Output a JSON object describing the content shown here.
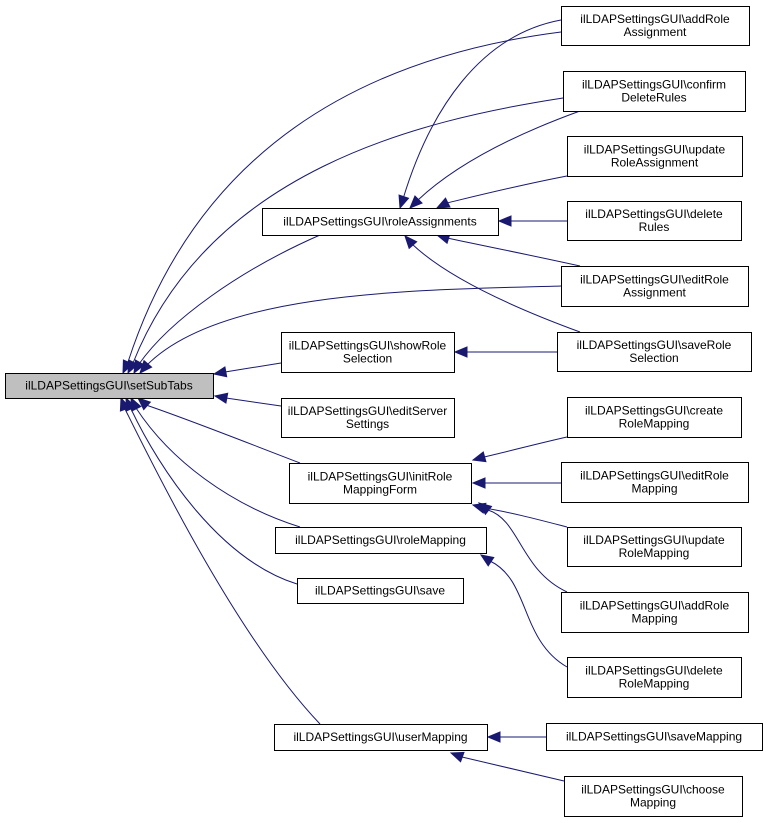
{
  "diagram": {
    "type": "doxygen-caller-graph",
    "colors": {
      "edge": "#191970",
      "root_fill": "#bfbfbf",
      "node_fill": "#ffffff",
      "node_border": "#000000"
    },
    "nodes": [
      {
        "id": "setSubTabs",
        "lines": [
          "ilLDAPSettingsGUI\\setSubTabs"
        ],
        "root": true
      },
      {
        "id": "roleAssignments",
        "lines": [
          "ilLDAPSettingsGUI\\roleAssignments"
        ]
      },
      {
        "id": "showRoleSelection",
        "lines": [
          "ilLDAPSettingsGUI\\showRole",
          "Selection"
        ]
      },
      {
        "id": "editServerSettings",
        "lines": [
          "ilLDAPSettingsGUI\\editServer",
          "Settings"
        ]
      },
      {
        "id": "initRoleMappingForm",
        "lines": [
          "ilLDAPSettingsGUI\\initRole",
          "MappingForm"
        ]
      },
      {
        "id": "roleMapping",
        "lines": [
          "ilLDAPSettingsGUI\\roleMapping"
        ]
      },
      {
        "id": "save",
        "lines": [
          "ilLDAPSettingsGUI\\save"
        ]
      },
      {
        "id": "userMapping",
        "lines": [
          "ilLDAPSettingsGUI\\userMapping"
        ]
      },
      {
        "id": "addRoleAssignment",
        "lines": [
          "ilLDAPSettingsGUI\\addRole",
          "Assignment"
        ]
      },
      {
        "id": "confirmDeleteRules",
        "lines": [
          "ilLDAPSettingsGUI\\confirm",
          "DeleteRules"
        ]
      },
      {
        "id": "updateRoleAssignment",
        "lines": [
          "ilLDAPSettingsGUI\\update",
          "RoleAssignment"
        ]
      },
      {
        "id": "deleteRules",
        "lines": [
          "ilLDAPSettingsGUI\\delete",
          "Rules"
        ]
      },
      {
        "id": "editRoleAssignment",
        "lines": [
          "ilLDAPSettingsGUI\\editRole",
          "Assignment"
        ]
      },
      {
        "id": "saveRoleSelection",
        "lines": [
          "ilLDAPSettingsGUI\\saveRole",
          "Selection"
        ]
      },
      {
        "id": "createRoleMapping",
        "lines": [
          "ilLDAPSettingsGUI\\create",
          "RoleMapping"
        ]
      },
      {
        "id": "editRoleMapping",
        "lines": [
          "ilLDAPSettingsGUI\\editRole",
          "Mapping"
        ]
      },
      {
        "id": "updateRoleMapping",
        "lines": [
          "ilLDAPSettingsGUI\\update",
          "RoleMapping"
        ]
      },
      {
        "id": "addRoleMapping",
        "lines": [
          "ilLDAPSettingsGUI\\addRole",
          "Mapping"
        ]
      },
      {
        "id": "deleteRoleMapping",
        "lines": [
          "ilLDAPSettingsGUI\\delete",
          "RoleMapping"
        ]
      },
      {
        "id": "saveMapping",
        "lines": [
          "ilLDAPSettingsGUI\\saveMapping"
        ]
      },
      {
        "id": "chooseMapping",
        "lines": [
          "ilLDAPSettingsGUI\\choose",
          "Mapping"
        ]
      }
    ],
    "edges": [
      {
        "from": "addRoleAssignment",
        "to": "setSubTabs"
      },
      {
        "from": "confirmDeleteRules",
        "to": "setSubTabs"
      },
      {
        "from": "roleAssignments",
        "to": "setSubTabs"
      },
      {
        "from": "editRoleAssignment",
        "to": "setSubTabs"
      },
      {
        "from": "showRoleSelection",
        "to": "setSubTabs"
      },
      {
        "from": "editServerSettings",
        "to": "setSubTabs"
      },
      {
        "from": "initRoleMappingForm",
        "to": "setSubTabs"
      },
      {
        "from": "roleMapping",
        "to": "setSubTabs"
      },
      {
        "from": "save",
        "to": "setSubTabs"
      },
      {
        "from": "userMapping",
        "to": "setSubTabs"
      },
      {
        "from": "addRoleAssignment",
        "to": "roleAssignments"
      },
      {
        "from": "confirmDeleteRules",
        "to": "roleAssignments"
      },
      {
        "from": "updateRoleAssignment",
        "to": "roleAssignments"
      },
      {
        "from": "deleteRules",
        "to": "roleAssignments"
      },
      {
        "from": "editRoleAssignment",
        "to": "roleAssignments"
      },
      {
        "from": "saveRoleSelection",
        "to": "roleAssignments"
      },
      {
        "from": "saveRoleSelection",
        "to": "showRoleSelection"
      },
      {
        "from": "createRoleMapping",
        "to": "initRoleMappingForm"
      },
      {
        "from": "editRoleMapping",
        "to": "initRoleMappingForm"
      },
      {
        "from": "updateRoleMapping",
        "to": "initRoleMappingForm"
      },
      {
        "from": "addRoleMapping",
        "to": "initRoleMappingForm"
      },
      {
        "from": "deleteRoleMapping",
        "to": "roleMapping"
      },
      {
        "from": "saveMapping",
        "to": "userMapping"
      },
      {
        "from": "chooseMapping",
        "to": "userMapping"
      }
    ]
  }
}
